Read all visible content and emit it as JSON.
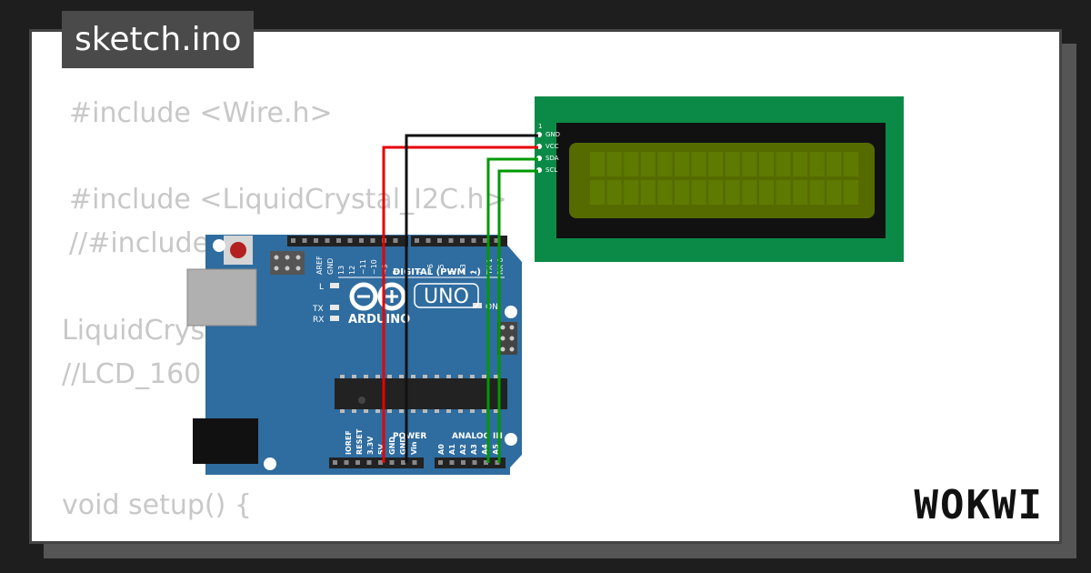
{
  "file": {
    "name": "sketch.ino"
  },
  "code_lines": [
    "#include <Wire.h>",
    "#include <LiquidCrystal_I2C.h>",
    "//#include",
    "LiquidCrys",
    "//LCD_160",
    "void setup() {"
  ],
  "brand": {
    "logo_text": "WOKWI"
  },
  "arduino": {
    "board_name": "UNO",
    "brand": "ARDUINO",
    "digital_label": "DIGITAL (PWM ~)",
    "power_label": "POWER",
    "analog_label": "ANALOG IN",
    "digital_pins": [
      "AREF",
      "GND",
      "13",
      "12",
      "~11",
      "~10",
      "~9",
      "8",
      "7",
      "~6",
      "~5",
      "4",
      "~3",
      "2",
      "TX 1",
      "RX 0"
    ],
    "power_pins": [
      "IOREF",
      "RESET",
      "3.3V",
      "5V",
      "GND",
      "GND",
      "Vin"
    ],
    "analog_pins": [
      "A0",
      "A1",
      "A2",
      "A3",
      "A4",
      "A5"
    ],
    "led_labels": [
      "L",
      "TX",
      "RX",
      "ON"
    ]
  },
  "lcd": {
    "pin_number": "1",
    "pins": [
      "GND",
      "VCC",
      "SDA",
      "SCL"
    ]
  },
  "colors": {
    "board": "#2f6c9f",
    "pcb_green": "#0b8a47",
    "lcd_screen": "#556b00",
    "wire_red": "#e60000",
    "wire_black": "#111111",
    "wire_green": "#009900"
  }
}
